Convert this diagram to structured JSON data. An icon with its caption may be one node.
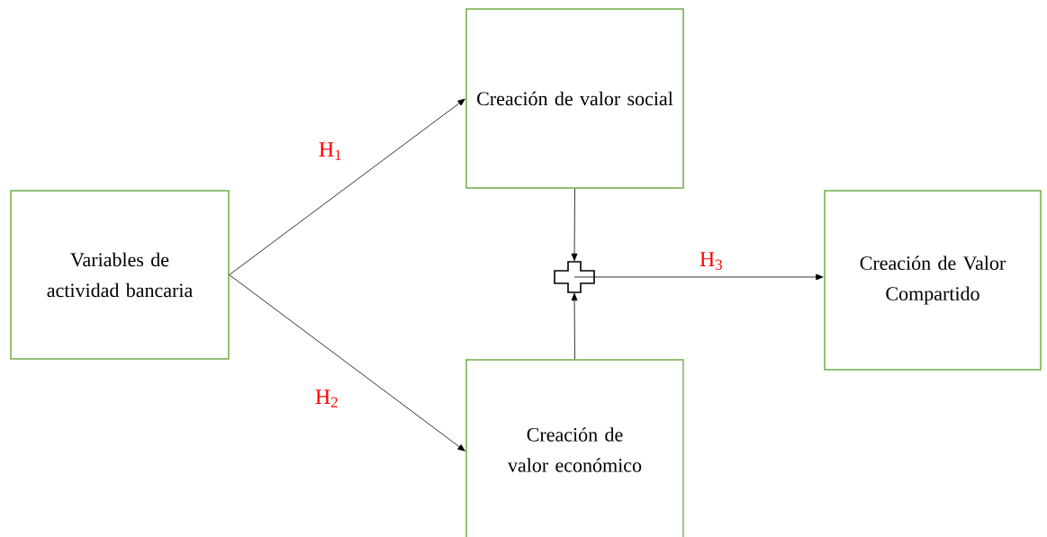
{
  "diagram": {
    "nodes": [
      {
        "text": [
          "Variables de actividad bancaria"
        ]
      },
      {
        "text": [
          "Creación de valor social"
        ]
      },
      {
        "text": [
          "Creación de valor económico"
        ]
      },
      {
        "text": [],
        "shape": "cross"
      },
      {
        "text": [
          "Creación de Valor Compartido"
        ]
      }
    ],
    "edges": [
      {
        "from": 0,
        "to": 1,
        "arrow": "to",
        "label": "H$_{1}$"
      },
      {
        "from": 0,
        "to": 2,
        "arrow": "to",
        "label": "H$_{2}$"
      },
      {
        "from": 1,
        "to": 3,
        "arrow": "to"
      },
      {
        "from": 2,
        "to": 3,
        "arrow": "to"
      },
      {
        "from": 3,
        "to": 4,
        "arrow": "to",
        "label": "H$_{3}$"
      }
    ]
  }
}
